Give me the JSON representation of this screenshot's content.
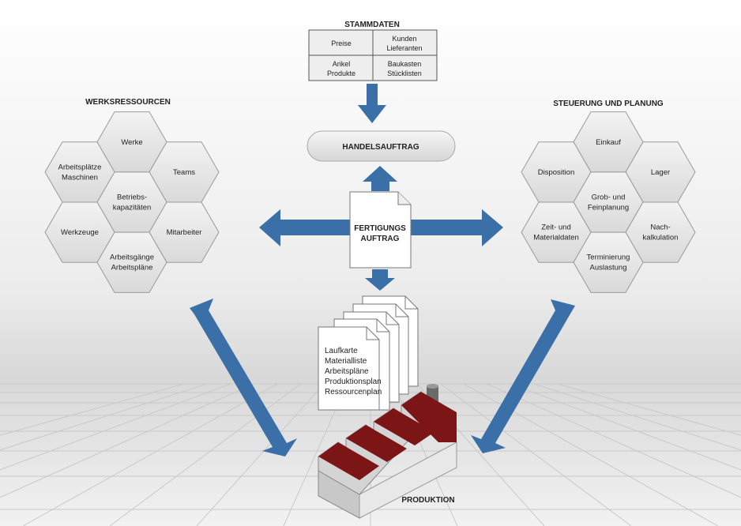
{
  "stammdaten": {
    "title": "STAMMDATEN",
    "cells": [
      "Preise",
      "Kunden\nLieferanten",
      "Arikel\nProdukte",
      "Baukasten\nStücklisten"
    ]
  },
  "handelsauftrag": "HANDELSAUFTRAG",
  "fertigungsauftrag": "FERTIGUNGS\nAUFTRAG",
  "werksressourcen": {
    "title": "WERKSRESSOURCEN",
    "hexes": {
      "werke": "Werke",
      "arbeitsplaetze": "Arbeitsplätze\nMaschinen",
      "teams": "Teams",
      "betriebskapazitaeten": "Betriebs-\nkapazitäten",
      "werkzeuge": "Werkzeuge",
      "mitarbeiter": "Mitarbeiter",
      "arbeitsgaenge": "Arbeitsgänge\nArbeitspläne"
    }
  },
  "steuerung": {
    "title": "STEUERUNG UND PLANUNG",
    "hexes": {
      "einkauf": "Einkauf",
      "disposition": "Disposition",
      "lager": "Lager",
      "grobplanung": "Grob- und\nFeinplanung",
      "zeitdaten": "Zeit- und\nMaterialdaten",
      "nachkalkulation": "Nach-\nkalkulation",
      "terminierung": "Terminierung\nAuslastung"
    }
  },
  "documents": [
    "Laufkarte",
    "Materialliste",
    "Arbeitspläne",
    "Produktionsplan",
    "Ressourcenplan"
  ],
  "produktion": "PRODUKTION",
  "colors": {
    "arrow": "#3a6fa8",
    "roof": "#7c1616",
    "hex_fill": "#e4e4e4",
    "floor_line": "#c9c9c9"
  }
}
